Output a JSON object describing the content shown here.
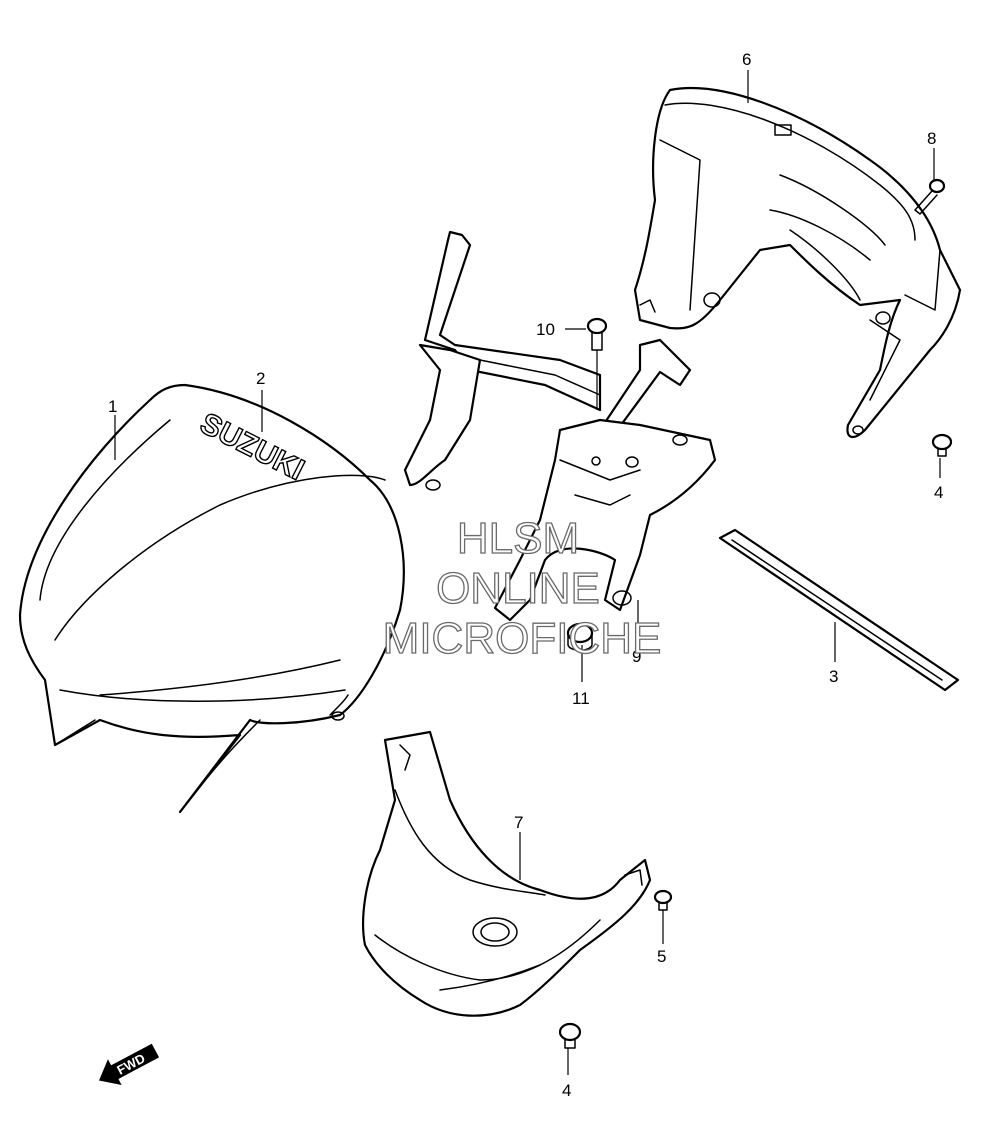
{
  "callouts": [
    {
      "label": "1"
    },
    {
      "label": "2"
    },
    {
      "label": "3"
    },
    {
      "label": "4"
    },
    {
      "label": "4"
    },
    {
      "label": "5"
    },
    {
      "label": "6"
    },
    {
      "label": "7"
    },
    {
      "label": "8"
    },
    {
      "label": "9"
    },
    {
      "label": "10"
    },
    {
      "label": "11"
    }
  ],
  "brand_text": "SUZUKI",
  "direction_arrow": {
    "label": "FWD",
    "icon": "fwd-arrow-icon"
  },
  "watermark": {
    "line1": "HLSM",
    "line2": "ONLINE",
    "line3": "MICROFICHE",
    "color": "#6a6a6a"
  }
}
